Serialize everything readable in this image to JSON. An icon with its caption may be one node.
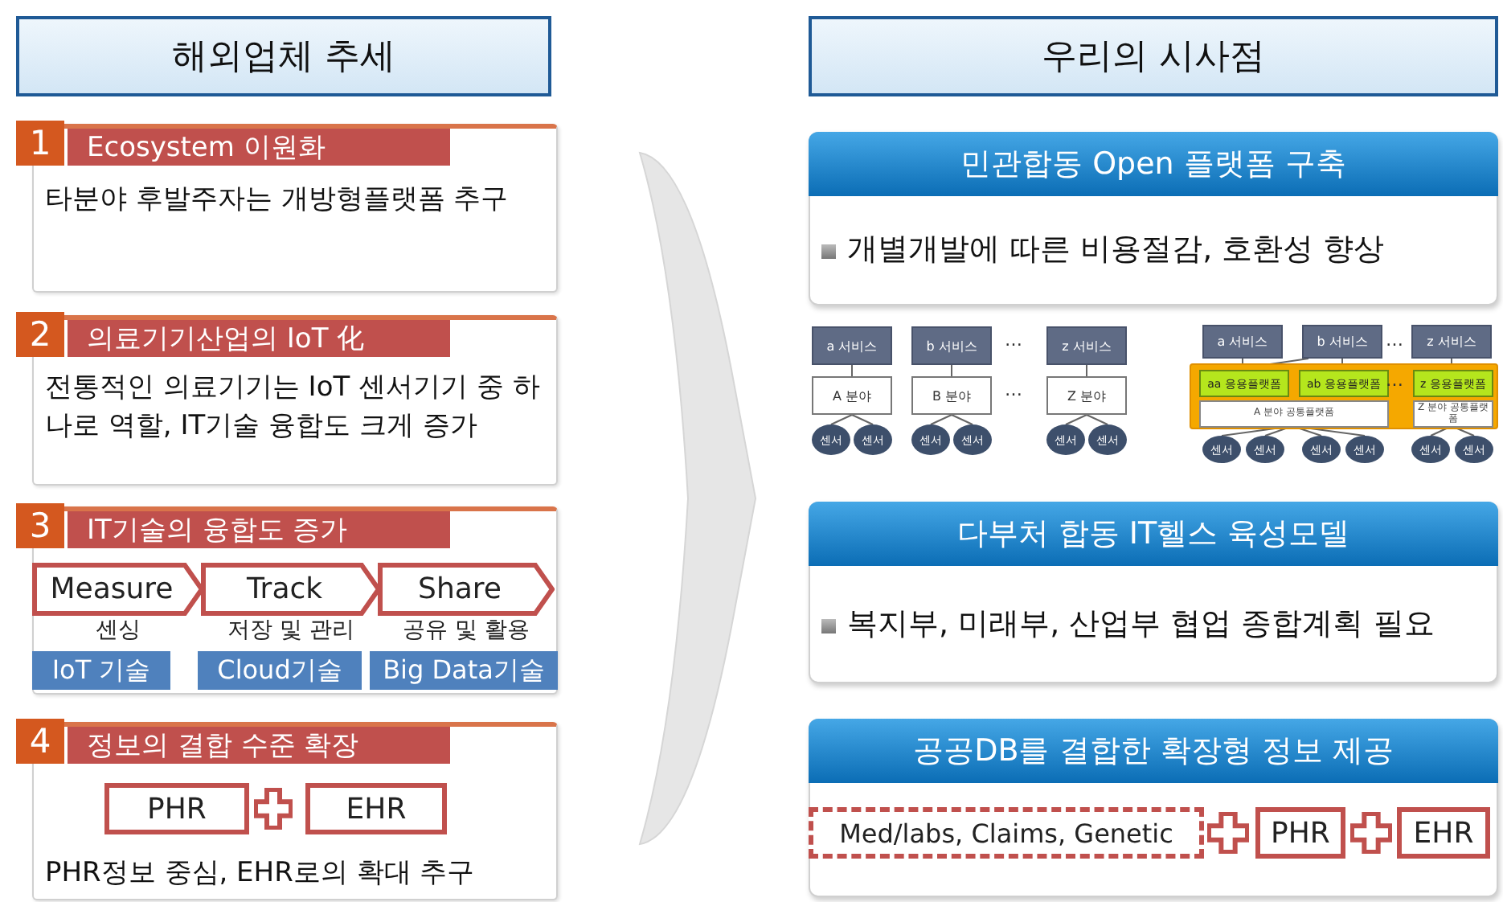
{
  "diagram": {
    "nodes": [
      {
        "text": [
          "해외업체 추세"
        ]
      },
      {
        "text": [
          "1",
          "Ecosystem 이원화",
          "타분야 후발주자는 개방형플랫폼 추구"
        ]
      },
      {
        "text": [
          "2",
          "의료기기산업의 IoT 化",
          "전통적인 의료기기는 IoT 센서기기 중 하나로 역할, IT기술 융합도 크게 증가"
        ]
      },
      {
        "text": [
          "3",
          "IT기술의 융합도 증가"
        ]
      },
      {
        "text": [
          "Measure"
        ],
        "in": 3,
        "beside": [
          "센싱"
        ]
      },
      {
        "text": [
          "Track"
        ],
        "in": 3,
        "beside": [
          "저장 및 관리"
        ]
      },
      {
        "text": [
          "Share"
        ],
        "in": 3,
        "beside": [
          "공유 및 활용"
        ]
      },
      {
        "text": [
          "IoT 기술"
        ],
        "in": 3
      },
      {
        "text": [
          "Cloud기술"
        ],
        "in": 3
      },
      {
        "text": [
          "Big Data기술"
        ],
        "in": 3
      },
      {
        "text": [
          "4",
          "정보의 결합 수준 확장",
          "PHR정보 중심, EHR로의 확대 추구"
        ]
      },
      {
        "text": [
          "PHR"
        ],
        "in": 10
      },
      {
        "text": [
          "EHR"
        ],
        "in": 10
      },
      {
        "text": [
          "우리의 시사점"
        ]
      },
      {
        "text": [
          "민관합동 Open 플랫폼 구축",
          "개별개발에 따른 비용절감, 호환성 향상"
        ]
      },
      {
        "text": [
          "다부처 합동 IT헬스 육성모델",
          "복지부, 미래부, 산업부 협업 종합계획 필요"
        ]
      },
      {
        "text": [
          "공공DB를 결합한 확장형 정보 제공"
        ]
      },
      {
        "text": [
          "Med/labs, Claims, Genetic"
        ],
        "in": 16
      },
      {
        "text": [
          "PHR"
        ],
        "in": 16
      },
      {
        "text": [
          "EHR"
        ],
        "in": 16
      },
      {
        "text": [
          "a 서비스"
        ]
      },
      {
        "text": [
          "b 서비스"
        ]
      },
      {
        "text": [
          "z 서비스"
        ]
      },
      {
        "text": [
          "A 분야"
        ]
      },
      {
        "text": [
          "B 분야"
        ]
      },
      {
        "text": [
          "Z 분야"
        ]
      },
      {
        "text": [
          "센서"
        ]
      },
      {
        "text": [
          "센서"
        ]
      },
      {
        "text": [
          "센서"
        ]
      },
      {
        "text": [
          "센서"
        ]
      },
      {
        "text": [
          "센서"
        ]
      },
      {
        "text": [
          "센서"
        ]
      },
      {
        "text": [
          "a 서비스"
        ]
      },
      {
        "text": [
          "b 서비스"
        ]
      },
      {
        "text": [
          "z 서비스"
        ]
      },
      {
        "text": [],
        "shape": "box"
      },
      {
        "text": [
          "aa 응용플랫폼"
        ],
        "in": 35
      },
      {
        "text": [
          "ab 응용플랫폼"
        ],
        "in": 35
      },
      {
        "text": [
          "z 응용플랫폼"
        ],
        "in": 35
      },
      {
        "text": [
          "A 분야 공통플랫폼"
        ],
        "in": 35
      },
      {
        "text": [
          "Z 분야 공통플랫폼"
        ],
        "in": 35
      },
      {
        "text": [
          "센서"
        ]
      },
      {
        "text": [
          "센서"
        ]
      },
      {
        "text": [
          "센서"
        ]
      },
      {
        "text": [
          "센서"
        ]
      },
      {
        "text": [
          "센서"
        ]
      },
      {
        "text": [
          "센서"
        ]
      }
    ],
    "edges": [
      {
        "from": 20,
        "to": 23,
        "arrow": "none"
      },
      {
        "from": 21,
        "to": 24,
        "arrow": "none"
      },
      {
        "from": 22,
        "to": 25,
        "arrow": "none"
      },
      {
        "from": 23,
        "to": 26,
        "arrow": "none"
      },
      {
        "from": 23,
        "to": 27,
        "arrow": "none"
      },
      {
        "from": 24,
        "to": 28,
        "arrow": "none"
      },
      {
        "from": 24,
        "to": 29,
        "arrow": "none"
      },
      {
        "from": 25,
        "to": 30,
        "arrow": "none"
      },
      {
        "from": 25,
        "to": 31,
        "arrow": "none"
      },
      {
        "from": 32,
        "to": 36,
        "arrow": "none"
      },
      {
        "from": 33,
        "to": 36,
        "arrow": "none"
      },
      {
        "from": 33,
        "to": 37,
        "arrow": "none"
      },
      {
        "from": 34,
        "to": 38,
        "arrow": "none"
      },
      {
        "from": 39,
        "to": 41,
        "arrow": "none"
      },
      {
        "from": 39,
        "to": 42,
        "arrow": "none"
      },
      {
        "from": 39,
        "to": 43,
        "arrow": "none"
      },
      {
        "from": 39,
        "to": 44,
        "arrow": "none"
      },
      {
        "from": 40,
        "to": 45,
        "arrow": "none"
      },
      {
        "from": 40,
        "to": 46,
        "arrow": "none"
      }
    ],
    "labels": [
      "…",
      "…",
      "…",
      "…"
    ]
  }
}
